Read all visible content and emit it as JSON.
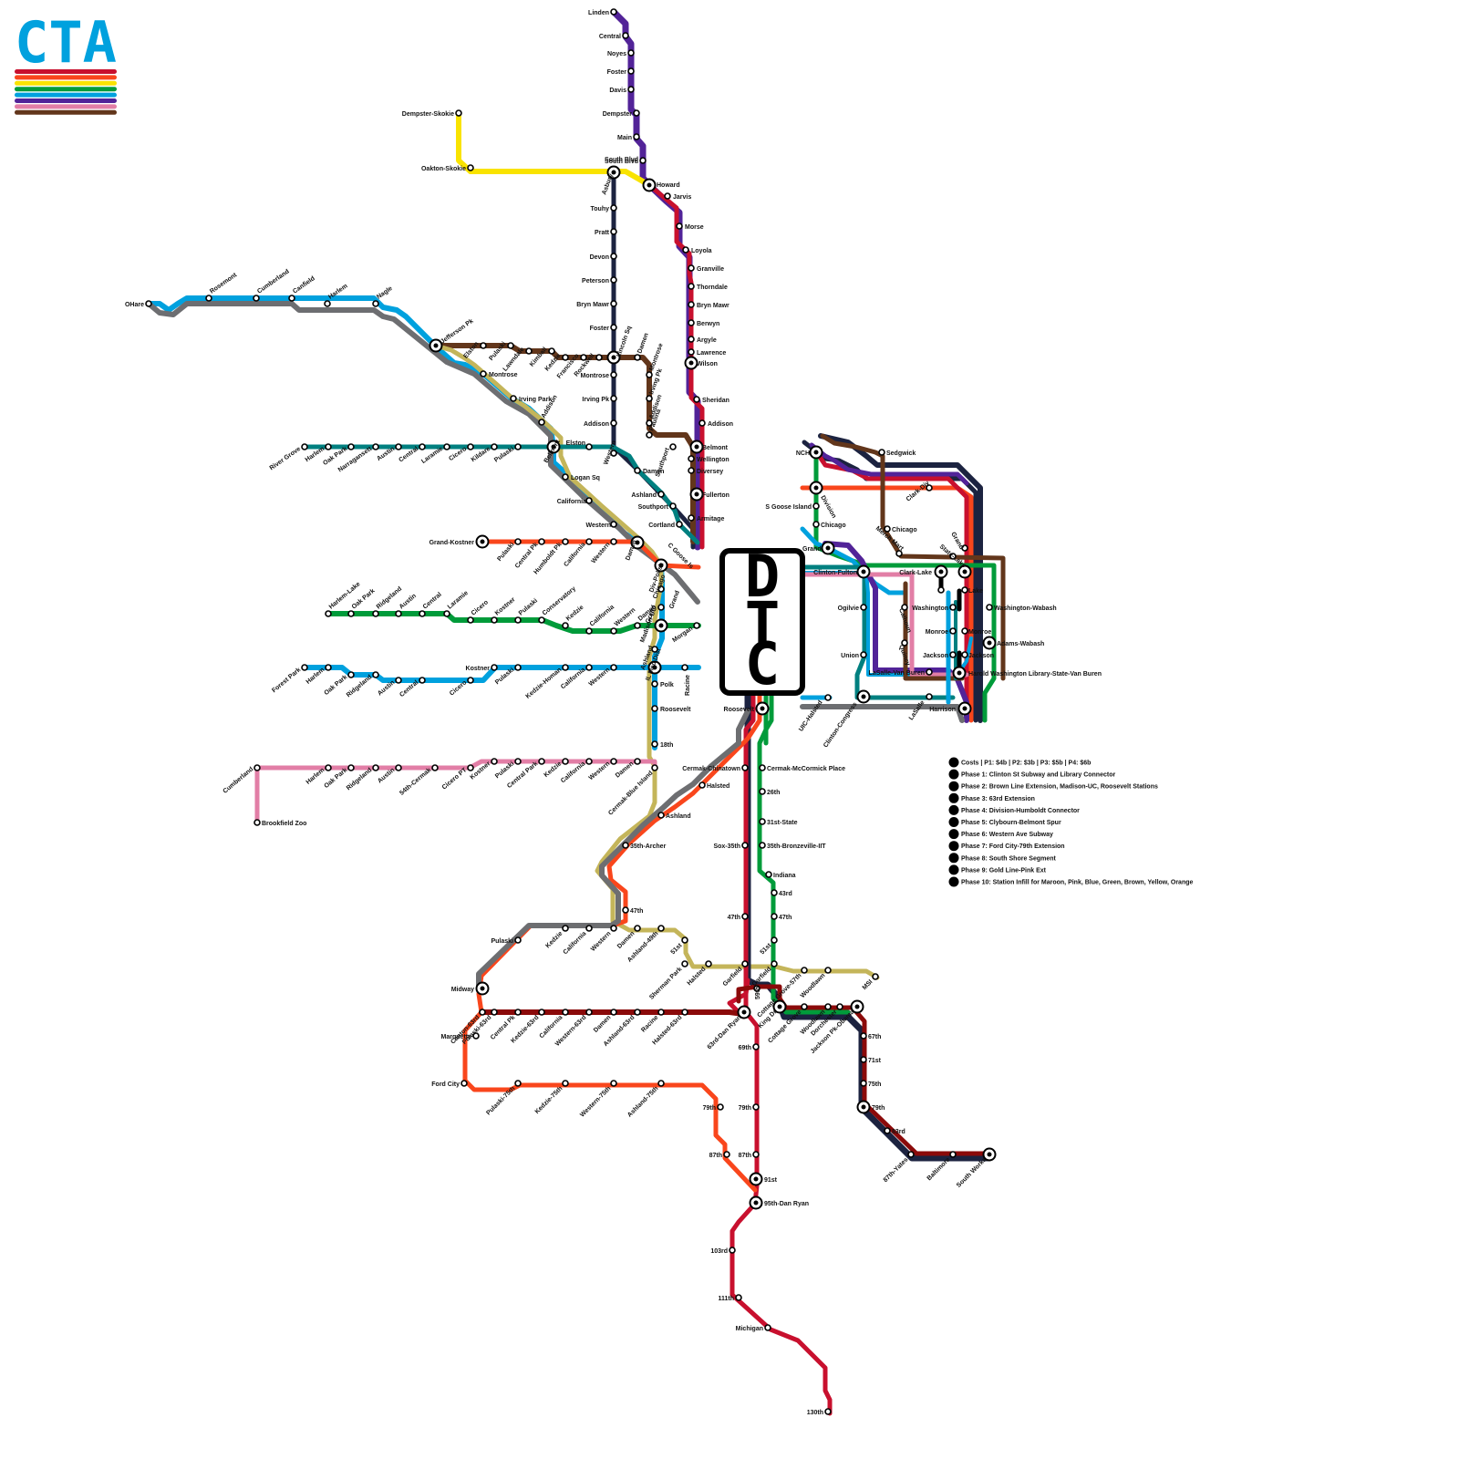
{
  "logo": {
    "text": "CTA",
    "stripe_colors": [
      "#c8102e",
      "#f9461c",
      "#f9e300",
      "#009b3a",
      "#00a1de",
      "#522398",
      "#e27ea6",
      "#62361b"
    ]
  },
  "colors": {
    "red": "#c8102e",
    "blue": "#00a1de",
    "brown": "#62361b",
    "green": "#009b3a",
    "orange": "#f9461c",
    "purple": "#522398",
    "pink": "#e27ea6",
    "yellow": "#f9e300",
    "gray": "#6d6e71",
    "teal": "#008080",
    "gold": "#c4b55a",
    "navy": "#1c2340",
    "maroon": "#8b0a0a"
  },
  "dtc": {
    "label": "DTC"
  },
  "legend": [
    "Costs | P1: $4b | P2: $3b | P3: $5b | P4: $6b",
    "Phase 1: Clinton St Subway and Library Connector",
    "Phase 2: Brown Line Extension, Madison-UC, Roosevelt Stations",
    "Phase 3: 63rd Extension",
    "Phase 4: Division-Humboldt Connector",
    "Phase 5: Clybourn-Belmont Spur",
    "Phase 6: Western Ave Subway",
    "Phase 7: Ford City-79th Extension",
    "Phase 8: South Shore Segment",
    "Phase 9: Gold Line-Pink Ext",
    "Phase 10: Station Infill for Maroon, Pink, Blue, Green, Brown, Yellow, Orange"
  ],
  "stations": {
    "purple": [
      "Linden",
      "Central",
      "Noyes",
      "Foster",
      "Davis",
      "Dempster",
      "Main",
      "South Blvd",
      "Howard"
    ],
    "red_north": [
      "Jarvis",
      "Morse",
      "Loyola",
      "Granville",
      "Thorndale",
      "Bryn Mawr",
      "Berwyn",
      "Argyle",
      "Lawrence",
      "Wilson",
      "Sheridan",
      "Addison",
      "Belmont",
      "Fullerton"
    ],
    "north_main": [
      "Wellington",
      "Diversey",
      "Armitage"
    ],
    "yellow": [
      "Dempster-Skokie",
      "Oakton-Skokie"
    ],
    "western": [
      "Asbury",
      "Touhy",
      "Pratt",
      "Devon",
      "Peterson",
      "Bryn Mawr",
      "Foster",
      "Lincoln Sq",
      "Montrose",
      "Irving Pk",
      "Addison",
      "Western"
    ],
    "blue_ohare": [
      "OHare",
      "Rosemont",
      "Cumberland",
      "Canfield",
      "Harlem",
      "Nagle",
      "Jefferson Pk",
      "Montrose",
      "Irving Park",
      "Addison",
      "Belmont",
      "Logan Sq",
      "California",
      "Western",
      "Damen",
      "Div-Polish",
      "Chicago",
      "Grand",
      "Madison-UC",
      "IL Med Dist",
      "Polk",
      "Roosevelt",
      "18th"
    ],
    "brown_ext": [
      "Elston",
      "Pulaski",
      "Lawndale",
      "Kimball",
      "Kedzie",
      "Francisco",
      "Rockwell",
      "Damen",
      "Montrose",
      "Irving Pk",
      "Addison",
      "Paulina",
      "Southport",
      "Ashland",
      "Southport",
      "Cortland",
      "Armitage"
    ],
    "teal": [
      "River Grove",
      "Harlem",
      "Oak Park",
      "Narragansett",
      "Austin",
      "Central",
      "Laramie",
      "Cicero",
      "Kildare",
      "Pulaski",
      "Belmont",
      "Elston",
      "Western",
      "Damen",
      "C Goose Is"
    ],
    "orange_div": [
      "Grand-Kostner",
      "Pulaski",
      "Central Pk",
      "Humboldt Pk",
      "California",
      "Western",
      "Damen",
      "Chi"
    ],
    "green_west": [
      "Harlem-Lake",
      "Oak Park",
      "Ridgeland",
      "Austin",
      "Central",
      "Laramie",
      "Cicero",
      "Kostner",
      "Pulaski",
      "Conservatory",
      "Kedzie",
      "California",
      "Western",
      "Damen",
      "Grand",
      "Ashland",
      "Morgan"
    ],
    "blue_forest": [
      "Forest Park",
      "Harlem",
      "Oak Park",
      "Ridgeland",
      "Austin",
      "Central",
      "Cicero",
      "Kostner",
      "Pulaski",
      "Kedzie-Homan",
      "California",
      "Western",
      "Racine"
    ],
    "pink": [
      "Cumberland",
      "Brookfield Zoo",
      "Harlem",
      "Oak Park",
      "Ridgeland",
      "Austin",
      "54th-Cermak",
      "Cicero PT",
      "Kostner",
      "Pulaski",
      "Central Park",
      "Kedzie",
      "California",
      "Western",
      "Damen",
      "Cermak-Blue Island"
    ],
    "loop": [
      "NCH",
      "Sedgwick",
      "Division",
      "Chicago",
      "S Goose Island",
      "Grand",
      "Clark-Div",
      "Merch Mart",
      "Chicago",
      "Grand",
      "State-Lake",
      "Clark-Lake",
      "Clinton-Fulton",
      "Ogilvie",
      "Calhoun",
      "Washington",
      "Lake",
      "Washington-Wabash",
      "Monroe",
      "Monroe",
      "Adams-Wabash",
      "Union",
      "Quincy",
      "Jackson",
      "Jackson",
      "LaSalle-Van Buren",
      "Harold Washington Library-State-Van Buren",
      "UIC-Halsted",
      "Clinton-Congress",
      "LaSalle",
      "Harrison"
    ],
    "south": [
      "Roosevelt",
      "Cermak-Chinatown",
      "Halsted",
      "Ashland",
      "35th-Archer",
      "47th",
      "Pulaski",
      "Kedzie",
      "California",
      "Western",
      "Damen",
      "Ashland-49th",
      "51st",
      "Sherman Park",
      "Halsted",
      "Garfield",
      "Cermak-McCormick Place",
      "26th",
      "31st-State",
      "35th-Bronzeville-IIT",
      "Sox-35th",
      "Indiana",
      "43rd",
      "47th",
      "51st",
      "Garfield",
      "47th",
      "Cottage Grove-57th",
      "Woodlawn",
      "MSI",
      "59th",
      "King Dr",
      "Cottage Grove",
      "Woodlawn",
      "Dorchester",
      "Jackson Pk-Obama",
      "Midway",
      "Marquette",
      "Ford City",
      "Canton-63rd",
      "Pulaski-63rd",
      "Central Pk",
      "Kedzie-63rd",
      "California",
      "Western-63rd",
      "Damen",
      "Ashland-63rd",
      "Racine",
      "Halsted-63rd",
      "63rd-Dan Ryan",
      "Pulaski-75th",
      "Kedzie-75th",
      "Western-75th",
      "Ashland-75th",
      "79th",
      "87th",
      "69th",
      "79th",
      "87th",
      "91st",
      "95th-Dan Ryan",
      "103rd",
      "111th",
      "Michigan",
      "130th",
      "67th",
      "71st",
      "75th",
      "79th",
      "83rd",
      "87th-Yates",
      "Baltimore",
      "South Works"
    ]
  }
}
